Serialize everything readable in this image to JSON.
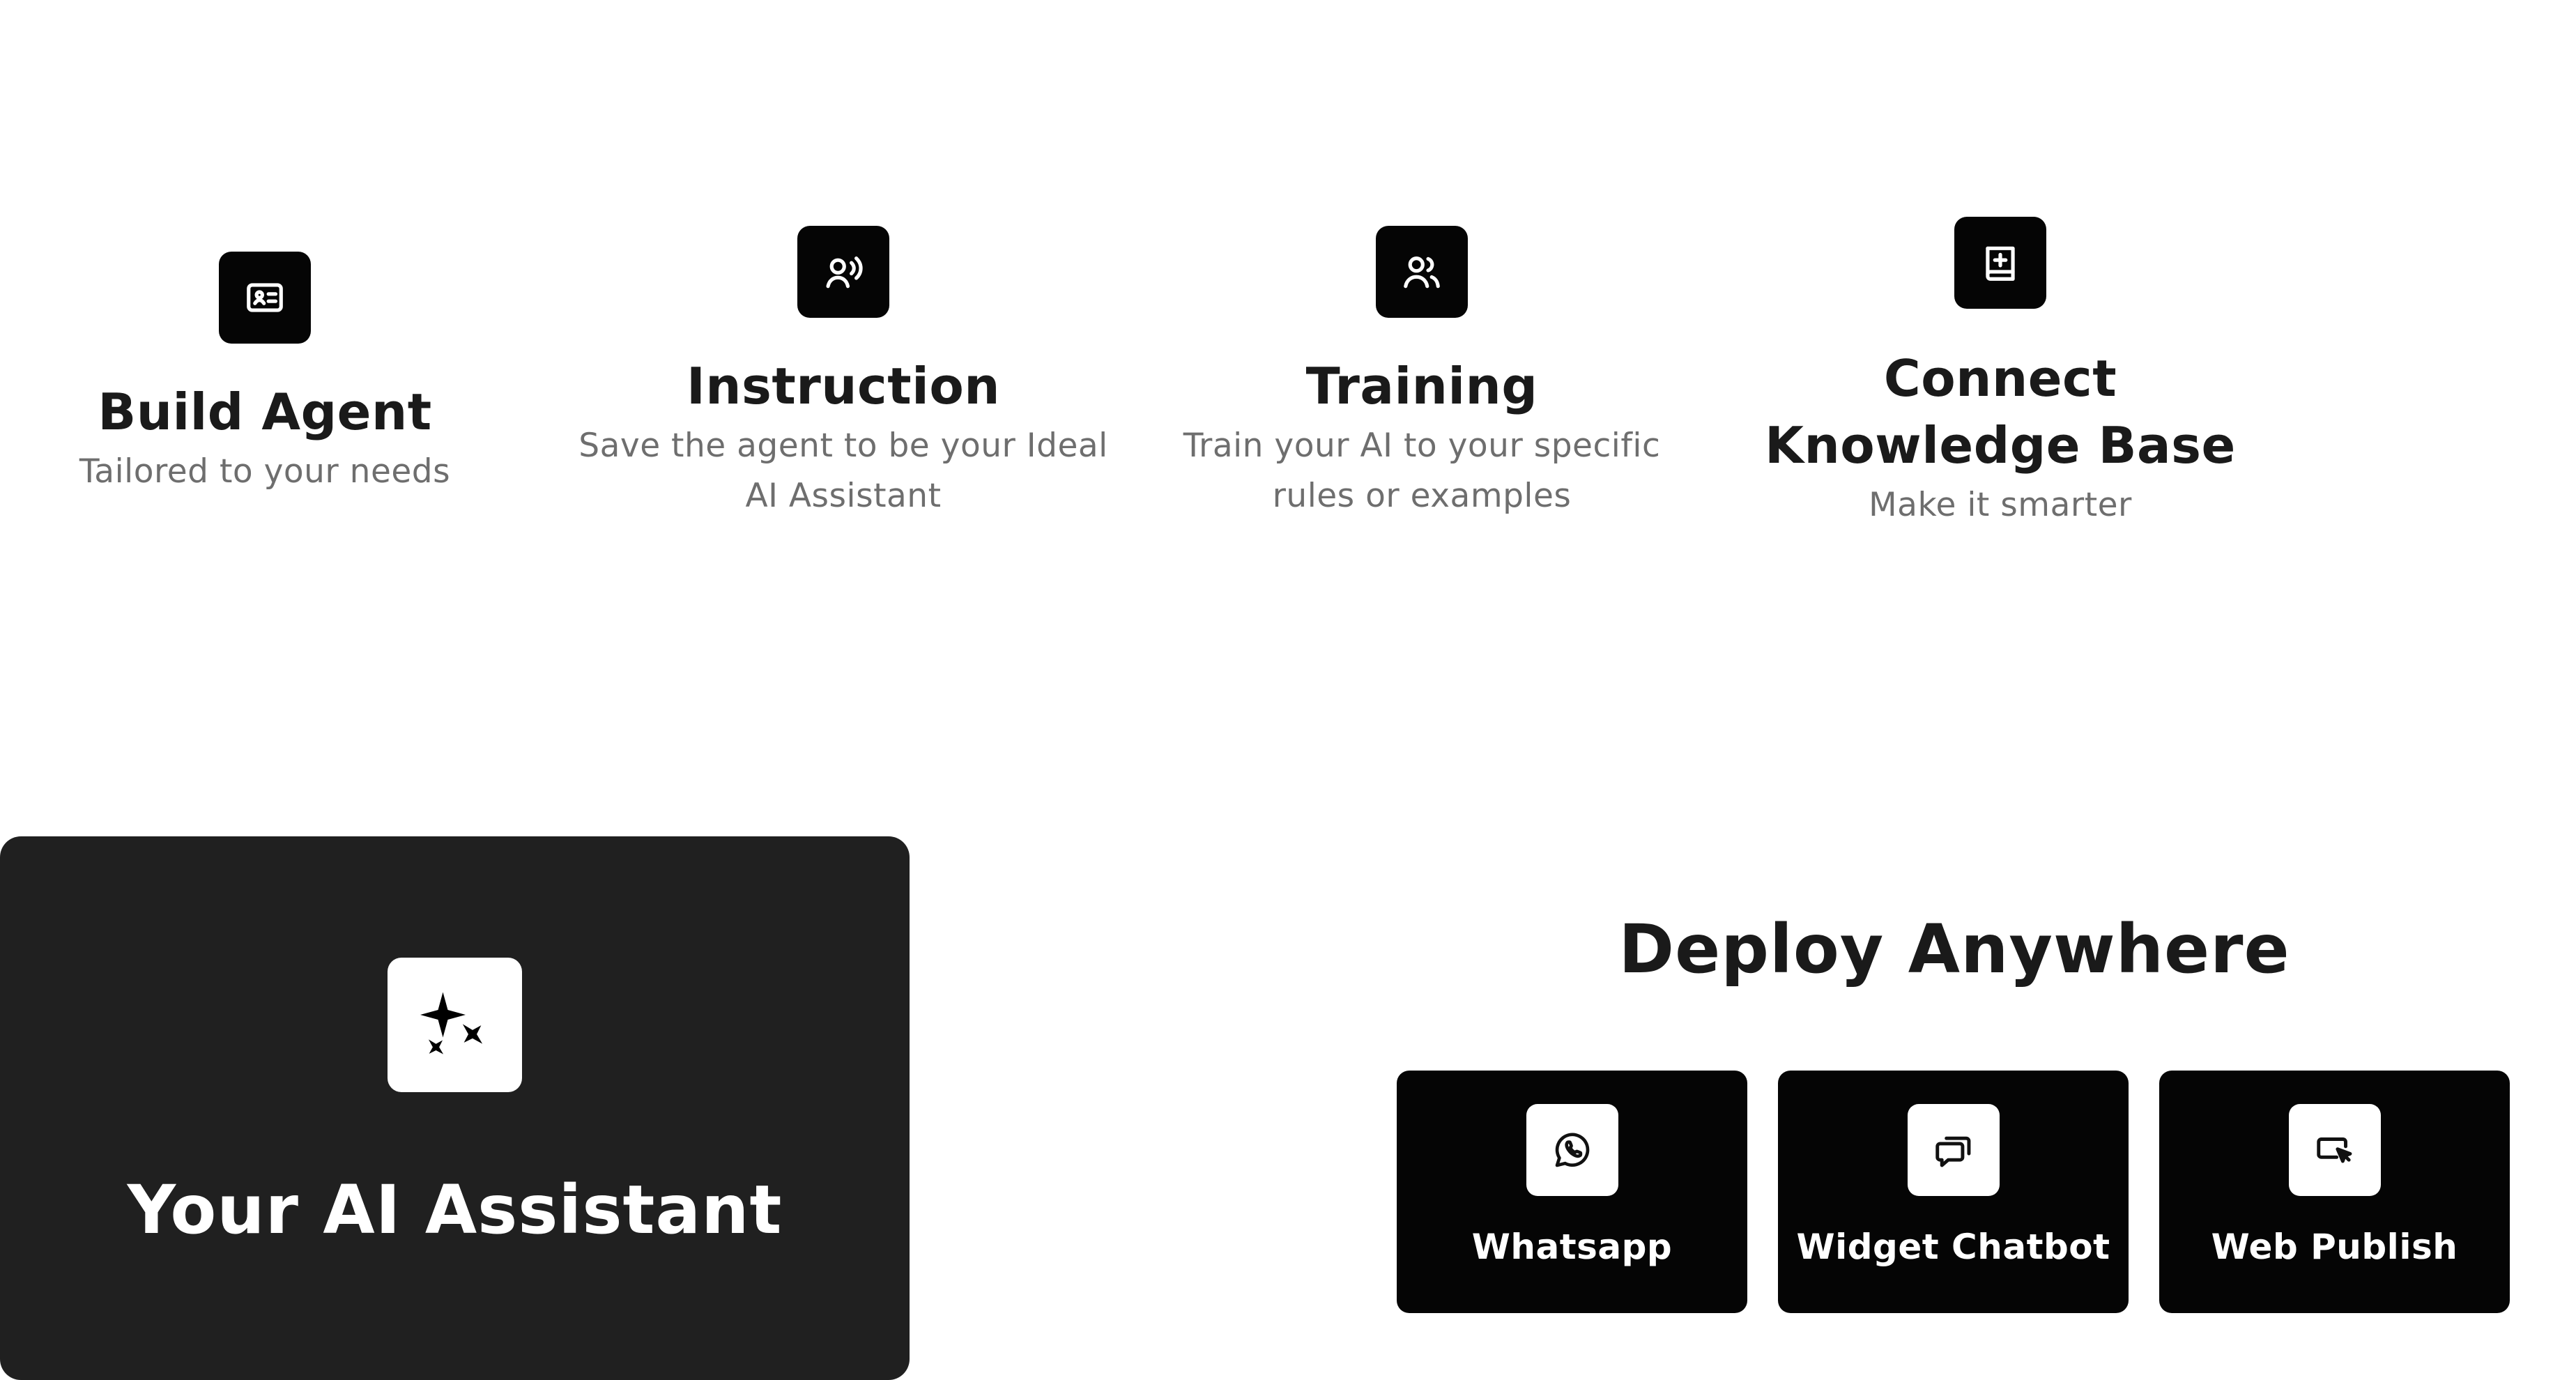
{
  "steps": [
    {
      "icon": "id-card-icon",
      "title": "Build Agent",
      "description": "Tailored to your needs"
    },
    {
      "icon": "user-voice-icon",
      "title": "Instruction",
      "description": "Save the agent to be your Ideal AI Assistant"
    },
    {
      "icon": "users-icon",
      "title": "Training",
      "description": "Train your AI to your specific rules or examples"
    },
    {
      "icon": "book-plus-icon",
      "title": "Connect Knowledge Base",
      "description": "Make it smarter"
    }
  ],
  "assistant": {
    "icon": "sparkles-icon",
    "title": "Your AI Assistant"
  },
  "deploy": {
    "title": "Deploy Anywhere",
    "options": [
      {
        "icon": "whatsapp-icon",
        "label": "Whatsapp"
      },
      {
        "icon": "chat-bubbles-icon",
        "label": "Widget Chatbot"
      },
      {
        "icon": "web-cursor-icon",
        "label": "Web Publish"
      }
    ]
  },
  "colors": {
    "background": "#ffffff",
    "icon_tile": "#050505",
    "assistant_card": "#202020",
    "deploy_card": "#050505",
    "heading_text": "#1a1a1a",
    "muted_text": "#6e6e6e"
  }
}
